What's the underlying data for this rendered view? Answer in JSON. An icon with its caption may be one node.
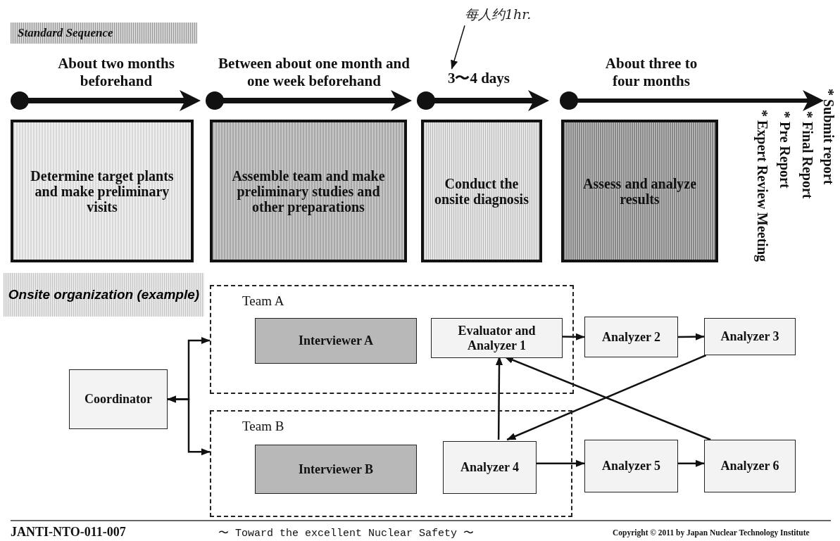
{
  "diagram": {
    "nodes": [
      {
        "text": [
          "Determine target plants and make preliminary visits"
        ]
      },
      {
        "text": [
          "Assemble team and make preliminary studies and other preparations"
        ]
      },
      {
        "text": [
          "Conduct the onsite diagnosis"
        ]
      },
      {
        "text": [
          "Assess and analyze results"
        ]
      },
      {
        "text": [
          "Coordinator"
        ]
      },
      {
        "text": [
          "Team A"
        ]
      },
      {
        "text": [
          "Interviewer A"
        ],
        "in": 5
      },
      {
        "text": [
          "Evaluator and Analyzer 1"
        ],
        "in": 5
      },
      {
        "text": [
          "Team B"
        ]
      },
      {
        "text": [
          "Interviewer B"
        ],
        "in": 8
      },
      {
        "text": [
          "Analyzer 4"
        ],
        "in": 8
      },
      {
        "text": [
          "Analyzer 2"
        ]
      },
      {
        "text": [
          "Analyzer 3"
        ]
      },
      {
        "text": [
          "Analyzer 5"
        ]
      },
      {
        "text": [
          "Analyzer 6"
        ]
      },
      {
        "text": [
          "每人约1hr."
        ]
      },
      {
        "text": [
          "3〜4 days"
        ]
      }
    ],
    "edges": [
      {
        "from": 4,
        "to": 5,
        "arrow": "both"
      },
      {
        "from": 4,
        "to": 8,
        "arrow": "both"
      },
      {
        "from": 7,
        "to": 11,
        "arrow": "to"
      },
      {
        "from": 11,
        "to": 12,
        "arrow": "to"
      },
      {
        "from": 10,
        "to": 13,
        "arrow": "to"
      },
      {
        "from": 13,
        "to": 14,
        "arrow": "to"
      },
      {
        "from": 10,
        "to": 7,
        "arrow": "to"
      },
      {
        "from": 12,
        "to": 10,
        "arrow": "to"
      },
      {
        "from": 14,
        "to": 7,
        "arrow": "to"
      },
      {
        "from": 15,
        "to": 16,
        "arrow": "to"
      }
    ],
    "labels": [
      "Standard Sequence",
      "About two months beforehand",
      "Between about one month and one week beforehand",
      "About three to four months",
      "* Submit report",
      "* Final Report",
      "* Pre Report",
      "* Expert Review Meeting",
      "Onsite organization (example)",
      "JANTI-NTO-011-007",
      "〜 Toward the excellent Nuclear Safety 〜",
      "Copyright © 2011 by Japan Nuclear Technology Institute"
    ]
  }
}
